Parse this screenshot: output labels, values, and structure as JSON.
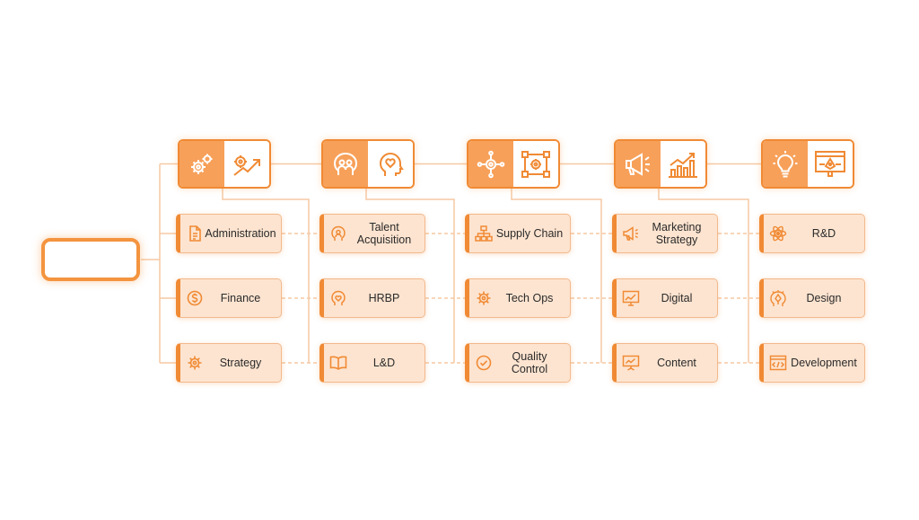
{
  "colors": {
    "accent": "#f08a34",
    "accent_light": "#f7a059",
    "card_fill": "#fde4d0",
    "connector": "#f6c9a4"
  },
  "root": {
    "label": ""
  },
  "columns": [
    {
      "header_icons": [
        "gears-icon",
        "gear-growth-arrow-icon"
      ],
      "items": [
        {
          "label": "Administration",
          "icon": "document-icon"
        },
        {
          "label": "Finance",
          "icon": "dollar-coin-icon"
        },
        {
          "label": "Strategy",
          "icon": "gear-icon"
        }
      ]
    },
    {
      "header_icons": [
        "people-in-head-icon",
        "heart-in-head-icon"
      ],
      "items": [
        {
          "label": "Talent Acquisition",
          "icon": "head-person-icon"
        },
        {
          "label": "HRBP",
          "icon": "heart-in-head-icon"
        },
        {
          "label": "L&D",
          "icon": "open-book-icon"
        }
      ]
    },
    {
      "header_icons": [
        "gear-network-icon",
        "gear-flow-icon"
      ],
      "items": [
        {
          "label": "Supply Chain",
          "icon": "hierarchy-icon"
        },
        {
          "label": "Tech Ops",
          "icon": "gear-icon"
        },
        {
          "label": "Quality Control",
          "icon": "check-circle-icon"
        }
      ]
    },
    {
      "header_icons": [
        "megaphone-icon",
        "bar-chart-growth-icon"
      ],
      "items": [
        {
          "label": "Marketing Strategy",
          "icon": "megaphone-icon"
        },
        {
          "label": "Digital",
          "icon": "analytics-screen-icon"
        },
        {
          "label": "Content",
          "icon": "presentation-icon"
        }
      ]
    },
    {
      "header_icons": [
        "lightbulb-icon",
        "design-pen-icon"
      ],
      "items": [
        {
          "label": "R&D",
          "icon": "atom-icon"
        },
        {
          "label": "Design",
          "icon": "pen-head-icon"
        },
        {
          "label": "Development",
          "icon": "code-window-icon"
        }
      ]
    }
  ]
}
